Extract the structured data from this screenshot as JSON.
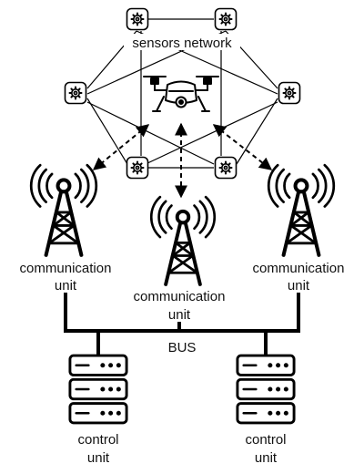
{
  "diagram": {
    "sensor_network_label": "sensors network",
    "communication_unit_label_line1": "communication",
    "communication_unit_label_line2": "unit",
    "bus_label": "BUS",
    "control_unit_label_line1": "control",
    "control_unit_label_line2": "unit"
  },
  "icons": {
    "sensor": "gear-in-box-icon",
    "drone": "drone-icon",
    "tower": "radio-tower-icon",
    "server": "server-rack-icon"
  },
  "colors": {
    "stroke": "#000000",
    "background": "#ffffff"
  }
}
